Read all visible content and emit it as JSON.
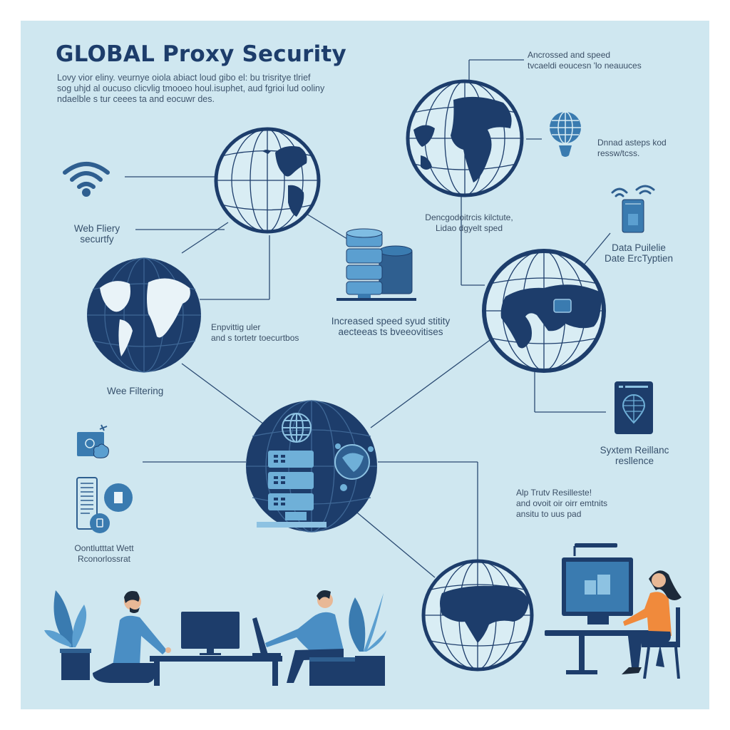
{
  "header": {
    "title": "GLOBAL Proxy Security",
    "intro_lines": [
      "Lovy vior eliny. veurnye oiola abiact loud gibo el: bu trisritye tlrief",
      "sog uhjd al oucuso clicvlig tmooeo houl.isuphet, aud fgrioi lud ooliny",
      "ndaelble s tur ceees ta and eocuwr des."
    ]
  },
  "labels": {
    "top_right": [
      "Ancrossed and speed",
      "tvcaeldi eoucesn 'lo neauuces"
    ],
    "balloon": [
      "Dnnad asteps kod",
      "ressw/tcss."
    ],
    "mid_top": [
      "Dencgodoitrcis kilctute,",
      "Lidao dgyelt sped"
    ],
    "data_encryption": [
      "Data Puilelie",
      "Date ErcTyptien"
    ],
    "web_filtery": [
      "Web Fliery",
      "securtfy"
    ],
    "encrypting": [
      "Enpvittig uler",
      "and s tortetr toecurtbos"
    ],
    "speed": [
      "Increased speed syud stitity",
      "aecteeas ts bveeovitises"
    ],
    "web_filtering": "Wee Filtering",
    "system_resilience": [
      "Syxtem Reillanc",
      "resllence"
    ],
    "trust": [
      "Alp Trutv Resilleste!",
      "and ovoit oir oirr emtnits",
      "ansitu to uus pad"
    ],
    "content_monitor": [
      "Oontlutttat Wett",
      "Rconorlossrat"
    ]
  },
  "icons": {
    "wifi": "wifi-icon",
    "balloon": "globe-balloon-icon",
    "router": "wifi-router-icon",
    "database": "database-stack-icon",
    "shield_tablet": "globe-shield-tablet-icon",
    "cloud_device": "cloud-device-icon",
    "document_list": "document-list-icon"
  },
  "colors": {
    "background": "#cfe7f0",
    "navy": "#1d3d6b",
    "mid_blue": "#3a7bb0",
    "light_blue": "#5b9fd0",
    "accent_orange": "#f08a3c",
    "text": "#3b4f66"
  }
}
